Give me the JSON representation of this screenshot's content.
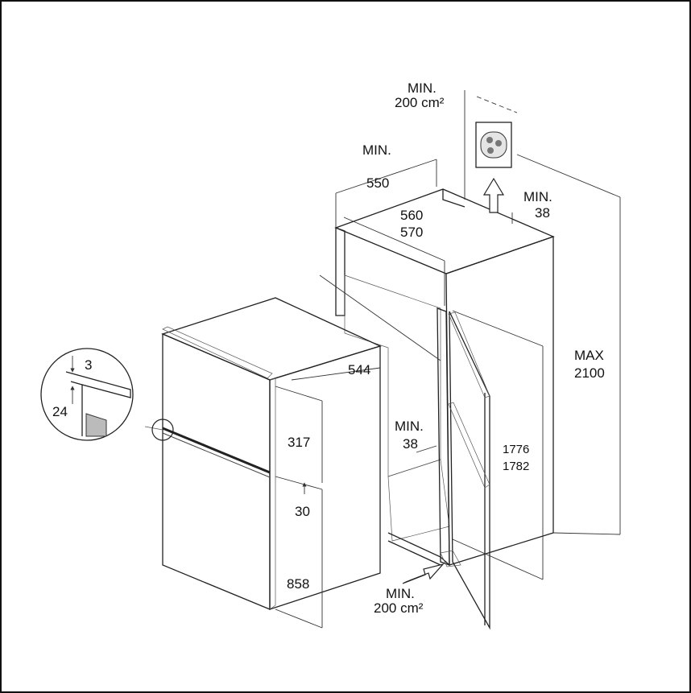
{
  "labels": {
    "min_top": "MIN.",
    "vent_top_area": "200 cm²",
    "min_depth": "MIN.",
    "depth_550": "550",
    "width_560": "560",
    "width_570": "570",
    "min_right": "MIN.",
    "gap_38_right": "38",
    "max": "MAX",
    "height_2100": "2100",
    "depth_544": "544",
    "min_gap_inner": "MIN.",
    "gap_38_inner": "38",
    "niche_1776": "1776",
    "niche_1782": "1782",
    "freezer_317": "317",
    "gap_30": "30",
    "fridge_858": "858",
    "min_bottom": "MIN.",
    "vent_bottom_area": "200 cm²",
    "detail_3": "3",
    "detail_24": "24"
  },
  "icons": [
    "vent-grille-icon",
    "arrow-up-icon",
    "arrow-right-icon",
    "magnifier-circle-icon"
  ]
}
